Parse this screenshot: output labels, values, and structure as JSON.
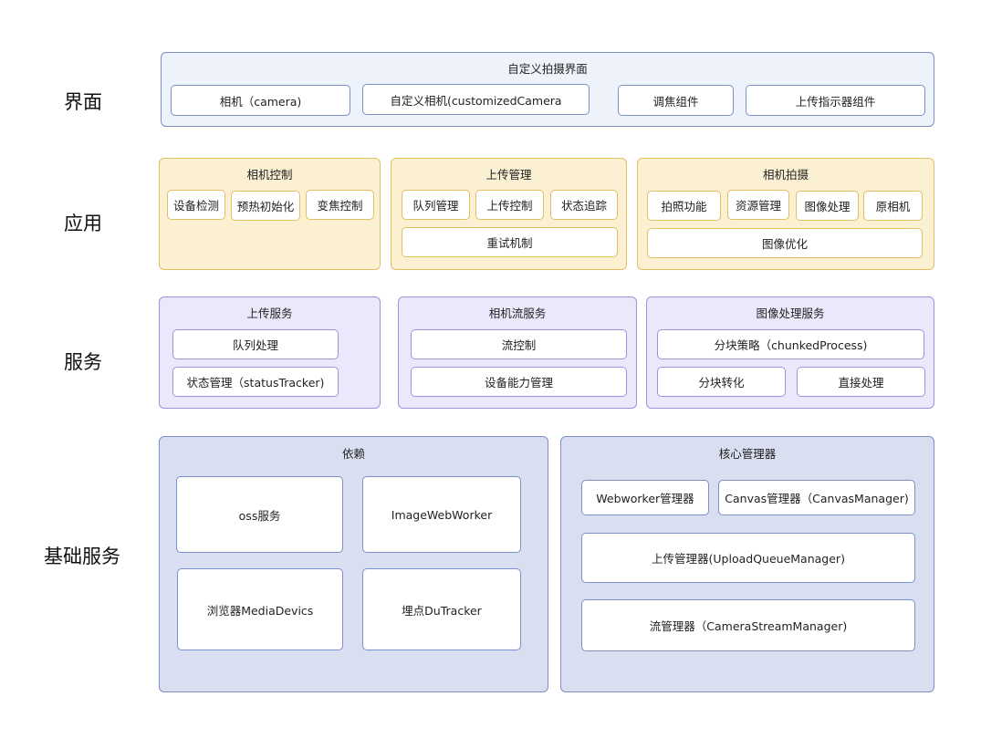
{
  "layers": {
    "ui": "界面",
    "app": "应用",
    "service": "服务",
    "base": "基础服务"
  },
  "ui_layer": {
    "title": "自定义拍摄界面",
    "items": [
      "相机（camera)",
      "自定义相机(customizedCamera",
      "调焦组件",
      "上传指示器组件"
    ]
  },
  "app_layer": {
    "camera_control": {
      "title": "相机控制",
      "items": [
        "设备检测",
        "预热初始化",
        "变焦控制"
      ]
    },
    "upload_management": {
      "title": "上传管理",
      "items": [
        "队列管理",
        "上传控制",
        "状态追踪",
        "重试机制"
      ]
    },
    "camera_shoot": {
      "title": "相机拍摄",
      "items": [
        "拍照功能",
        "资源管理",
        "图像处理",
        "原相机",
        "图像优化"
      ]
    }
  },
  "service_layer": {
    "upload_service": {
      "title": "上传服务",
      "items": [
        "队列处理",
        "状态管理（statusTracker)"
      ]
    },
    "camera_stream_service": {
      "title": "相机流服务",
      "items": [
        "流控制",
        "设备能力管理"
      ]
    },
    "image_processing_service": {
      "title": "图像处理服务",
      "items": [
        "分块策略（chunkedProcess)",
        "分块转化",
        "直接处理"
      ]
    }
  },
  "base_layer": {
    "dependencies": {
      "title": "依赖",
      "items": [
        "oss服务",
        "ImageWebWorker",
        "浏览器MediaDevics",
        "埋点DuTracker"
      ]
    },
    "core_managers": {
      "title": "核心管理器",
      "items": [
        "Webworker管理器",
        "Canvas管理器（CanvasManager)",
        "上传管理器(UploadQueueManager)",
        "流管理器（CameraStreamManager)"
      ]
    }
  },
  "colors": {
    "ui_fill": "#eef2fb",
    "app_fill": "#fbf0d2",
    "service_fill": "#ece8fb",
    "base_fill": "#d9dff0"
  }
}
